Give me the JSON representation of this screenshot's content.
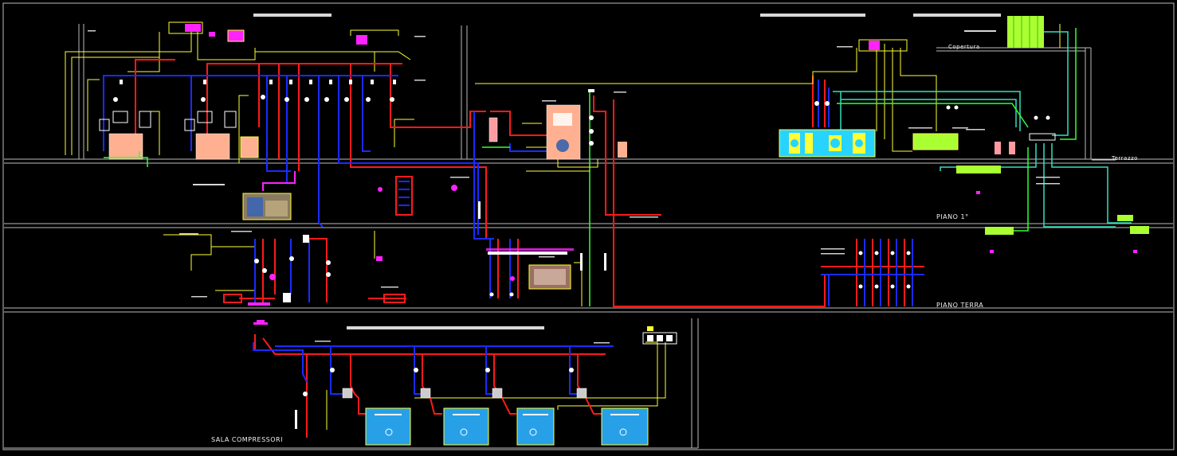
{
  "labels": {
    "copertura": "Copertura",
    "terrazzo": "Terrazzo",
    "piano1": "PIANO 1°",
    "pianoterra": "PIANO TERRA",
    "sala": "SALA COMPRESSORI"
  },
  "colors": {
    "background": "#000000",
    "hot_water": "#ff1a1a",
    "cold_water": "#1a2bff",
    "piping_aux": "#ffff33",
    "equipment_salmon": "#ffb090",
    "equipment_cyan": "#27d4ff",
    "green_line": "#33ff33",
    "teal_line": "#33e0c0",
    "control_magenta": "#ff22ff",
    "floor_lines": "#bdbdbd"
  },
  "icons": [
    "boiler-icon",
    "pump-icon",
    "valve-icon",
    "tank-icon",
    "air-handler-icon",
    "compressor-icon",
    "cooling-tower-icon",
    "panel-icon"
  ]
}
